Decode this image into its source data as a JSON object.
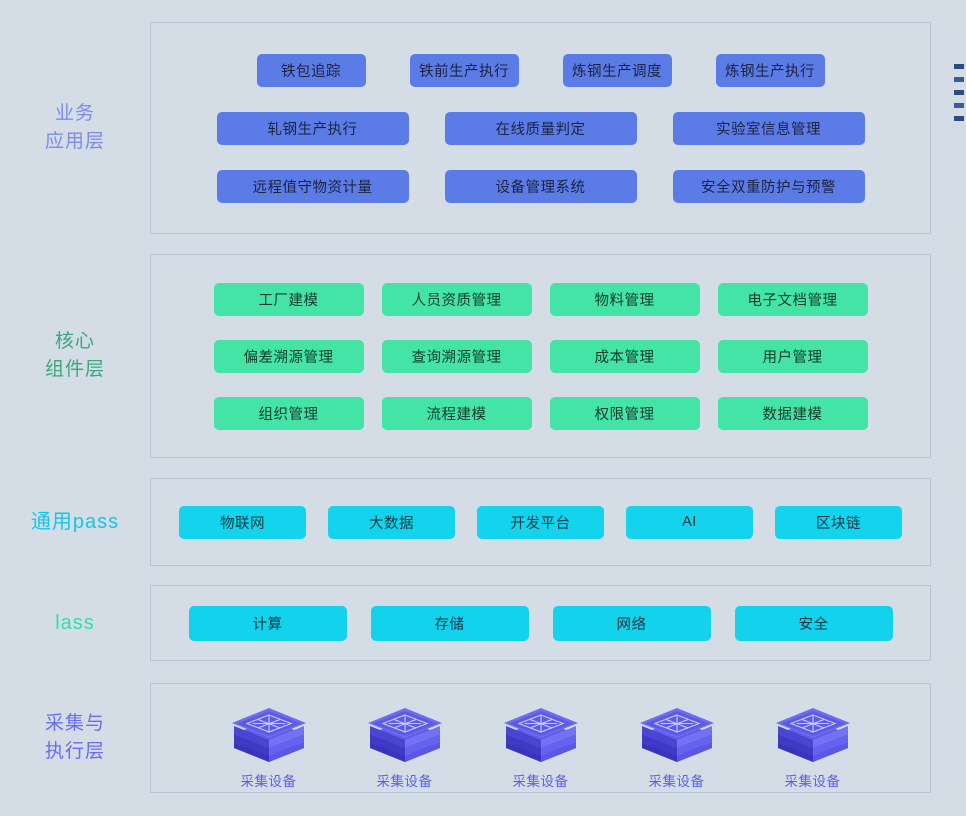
{
  "page": {
    "background_color": "#d4dde5",
    "panel_border_color": "#b6c6d6"
  },
  "layers": [
    {
      "id": "business",
      "label": "业务\n应用层",
      "label_color": "#7b8ceb",
      "chip_color": "#5b7ce7",
      "rows": [
        [
          "铁包追踪",
          "铁前生产执行",
          "炼钢生产调度",
          "炼钢生产执行"
        ],
        [
          "轧钢生产执行",
          "在线质量判定",
          "实验室信息管理"
        ],
        [
          "远程值守物资计量",
          "设备管理系统",
          "安全双重防护与预警"
        ]
      ]
    },
    {
      "id": "core",
      "label": "核心\n组件层",
      "label_color": "#37a97c",
      "chip_color": "#44e3a6",
      "rows": [
        [
          "工厂建模",
          "人员资质管理",
          "物料管理",
          "电子文档管理"
        ],
        [
          "偏差溯源管理",
          "查询溯源管理",
          "成本管理",
          "用户管理"
        ],
        [
          "组织管理",
          "流程建模",
          "权限管理",
          "数据建模"
        ]
      ]
    },
    {
      "id": "paas",
      "label": "通用pass",
      "label_color": "#12c6e8",
      "chip_color": "#14d3ec",
      "rows": [
        [
          "物联网",
          "大数据",
          "开发平台",
          "AI",
          "区块链"
        ]
      ]
    },
    {
      "id": "iaas",
      "label": "lass",
      "label_color": "#2fe0a8",
      "chip_color": "#13d2ec",
      "rows": [
        [
          "计算",
          "存储",
          "网络",
          "安全"
        ]
      ]
    },
    {
      "id": "device",
      "label": "采集与\n执行层",
      "label_color": "#6a6cf2",
      "icon_name": "collection-device-icon",
      "icon_glyph": "采",
      "devices": [
        {
          "caption": "采集设备"
        },
        {
          "caption": "采集设备"
        },
        {
          "caption": "采集设备"
        },
        {
          "caption": "采集设备"
        },
        {
          "caption": "采集设备"
        }
      ]
    }
  ],
  "edge_markers": {
    "name": "edge-tick-marks",
    "count": 5,
    "color": "#2c4a86"
  }
}
